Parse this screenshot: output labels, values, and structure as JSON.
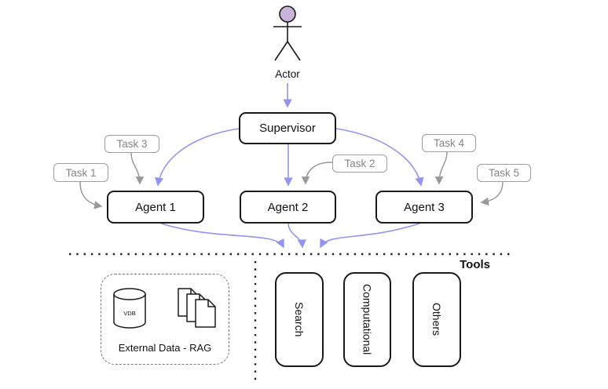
{
  "actor_label": "Actor",
  "supervisor_label": "Supervisor",
  "agents": [
    {
      "label": "Agent 1"
    },
    {
      "label": "Agent 2"
    },
    {
      "label": "Agent 3"
    }
  ],
  "tasks": [
    {
      "label": "Task 1"
    },
    {
      "label": "Task 2"
    },
    {
      "label": "Task 3"
    },
    {
      "label": "Task 4"
    },
    {
      "label": "Task 5"
    }
  ],
  "tools": {
    "section_label": "Tools",
    "items": [
      {
        "label": "Search"
      },
      {
        "label": "Computational"
      },
      {
        "label": "Others"
      }
    ]
  },
  "external": {
    "label": "External Data - RAG",
    "db_label": "VDB"
  },
  "edges": [
    {
      "from": "Actor",
      "to": "Supervisor",
      "style": "purple"
    },
    {
      "from": "Supervisor",
      "to": "Agent 1",
      "style": "purple"
    },
    {
      "from": "Supervisor",
      "to": "Agent 2",
      "style": "purple"
    },
    {
      "from": "Supervisor",
      "to": "Agent 3",
      "style": "purple"
    },
    {
      "from": "Task 1",
      "to": "Agent 1",
      "style": "gray"
    },
    {
      "from": "Task 3",
      "to": "Agent 1",
      "style": "gray"
    },
    {
      "from": "Task 2",
      "to": "Agent 2",
      "style": "gray"
    },
    {
      "from": "Task 4",
      "to": "Agent 3",
      "style": "gray"
    },
    {
      "from": "Task 5",
      "to": "Agent 3",
      "style": "gray"
    },
    {
      "from": "Agent 1",
      "to": "Tools",
      "style": "purple"
    },
    {
      "from": "Agent 2",
      "to": "Tools",
      "style": "purple"
    },
    {
      "from": "Agent 3",
      "to": "Tools",
      "style": "purple"
    }
  ],
  "colors": {
    "arrow_purple": "#9494ee",
    "arrow_gray": "#999999",
    "box_border": "#1a1a1a",
    "task_border": "#9e9e9e",
    "task_text": "#858585",
    "actor_head_fill": "#c9b3d9",
    "dotted_line": "#222222"
  }
}
